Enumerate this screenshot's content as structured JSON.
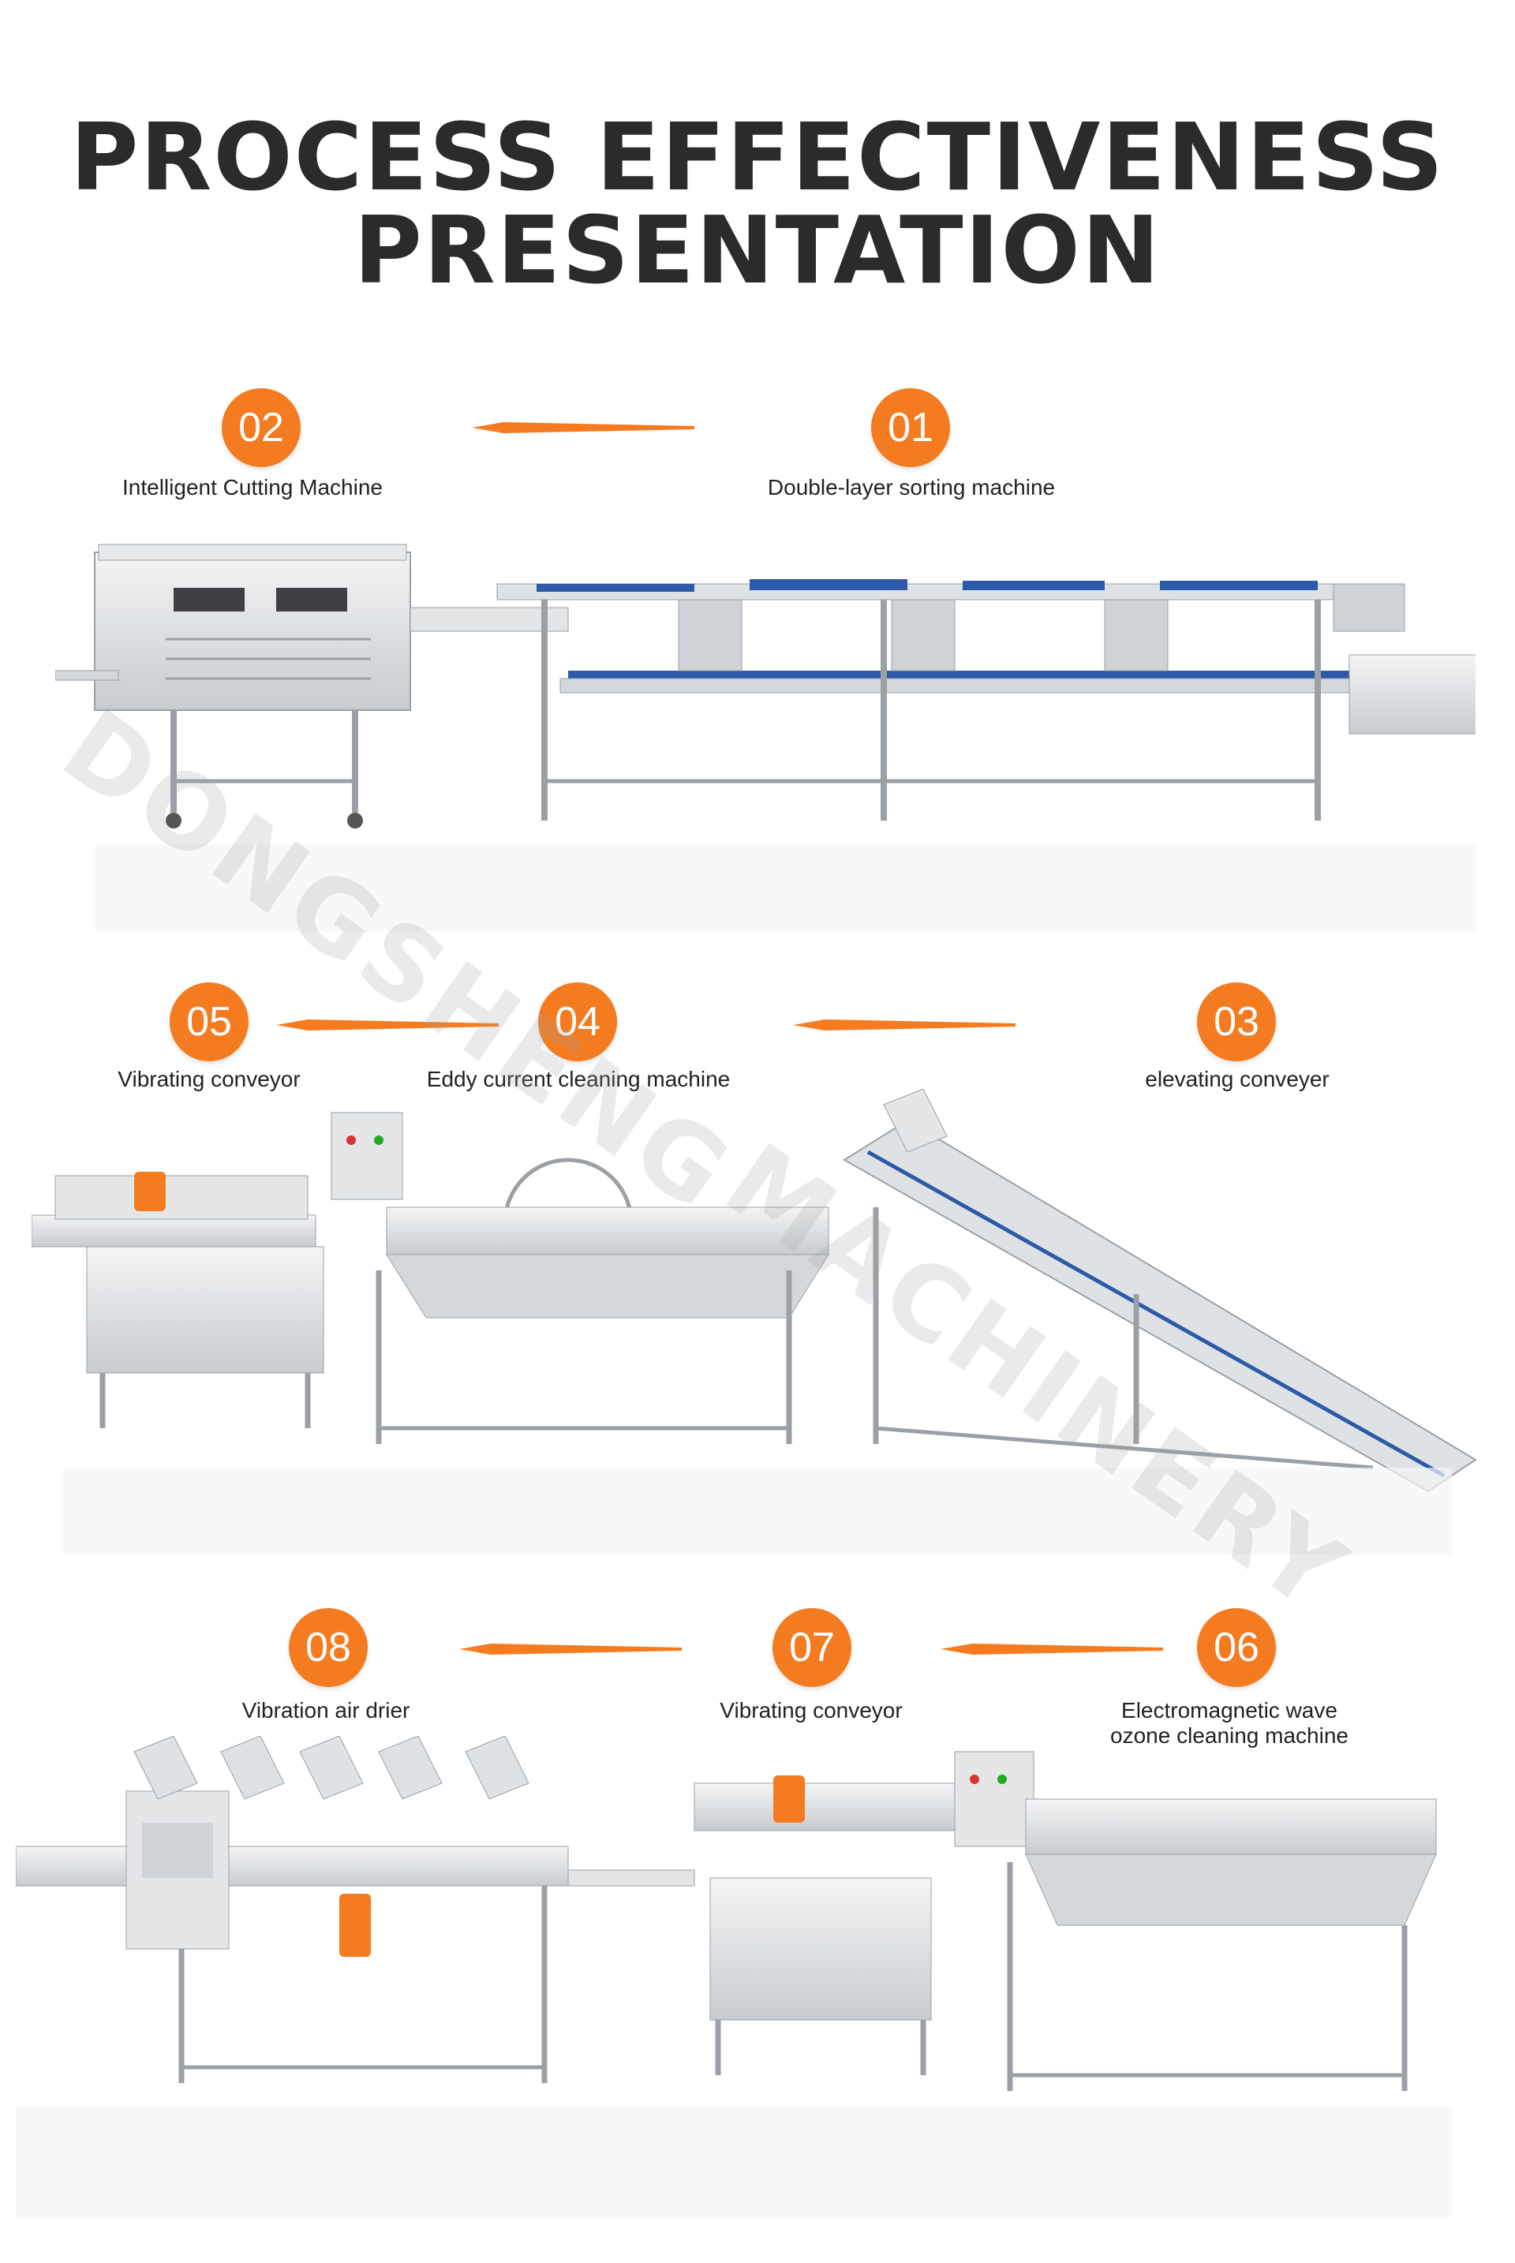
{
  "title": {
    "line1": "PROCESS EFFECTIVENESS",
    "line2": "PRESENTATION"
  },
  "steps": [
    {
      "number": "01",
      "label": "Double-layer sorting machine"
    },
    {
      "number": "02",
      "label": "Intelligent Cutting Machine"
    },
    {
      "number": "03",
      "label": "elevating conveyer"
    },
    {
      "number": "04",
      "label": "Eddy current cleaning machine"
    },
    {
      "number": "05",
      "label": "Vibrating conveyor"
    },
    {
      "number": "06",
      "label_line1": "Electromagnetic wave",
      "label_line2": "ozone cleaning machine"
    },
    {
      "number": "07",
      "label": "Vibrating conveyor"
    },
    {
      "number": "08",
      "label": "Vibration air drier"
    }
  ],
  "watermark": {
    "line1": "DONGSHENG",
    "line2": "MACHINERY"
  },
  "colors": {
    "badge": "#f47b20",
    "arrow": "#f47b20",
    "steel": "#d9dcdf",
    "belt": "#2a5aa8"
  }
}
